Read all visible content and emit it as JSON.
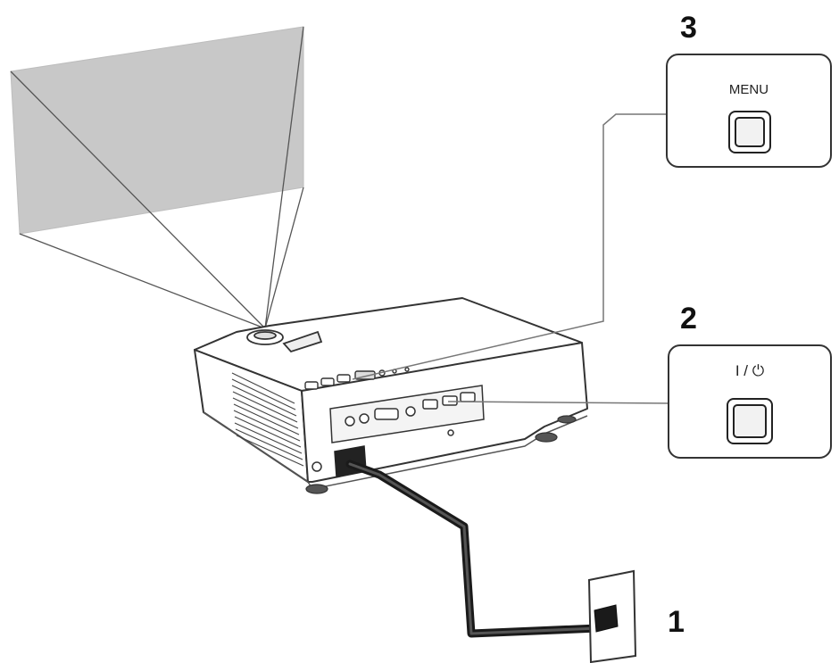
{
  "steps": {
    "one": "1",
    "two": "2",
    "three": "3"
  },
  "callouts": {
    "menu_label": "MENU",
    "power_label": "I / ⏻"
  },
  "colors": {
    "screen": "#c8c8c8",
    "outline": "#333333",
    "cable": "#1a1a1a"
  }
}
